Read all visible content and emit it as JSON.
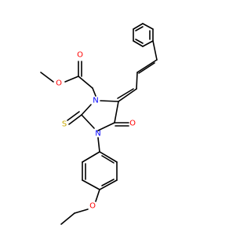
{
  "molecule": {
    "atoms": {
      "O_ester_carbonyl": {
        "text": "O",
        "color": "#ff0000"
      },
      "O_ester_methoxy": {
        "text": "O",
        "color": "#ff0000"
      },
      "N_ring_upper": {
        "text": "N",
        "color": "#0000ff"
      },
      "N_ring_lower": {
        "text": "N",
        "color": "#0000ff"
      },
      "S_thione": {
        "text": "S",
        "color": "#c8a800"
      },
      "O_ring_carbonyl": {
        "text": "O",
        "color": "#ff0000"
      },
      "O_ether": {
        "text": "O",
        "color": "#ff0000"
      }
    }
  }
}
